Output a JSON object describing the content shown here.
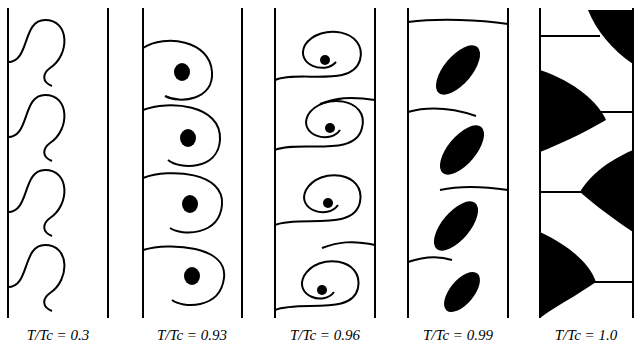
{
  "diagram": {
    "labels": [
      "T/Tc = 0.3",
      "T/Tc = 0.93",
      "T/Tc = 0.96",
      "T/Tc = 0.99",
      "T/Tc = 1.0"
    ]
  }
}
